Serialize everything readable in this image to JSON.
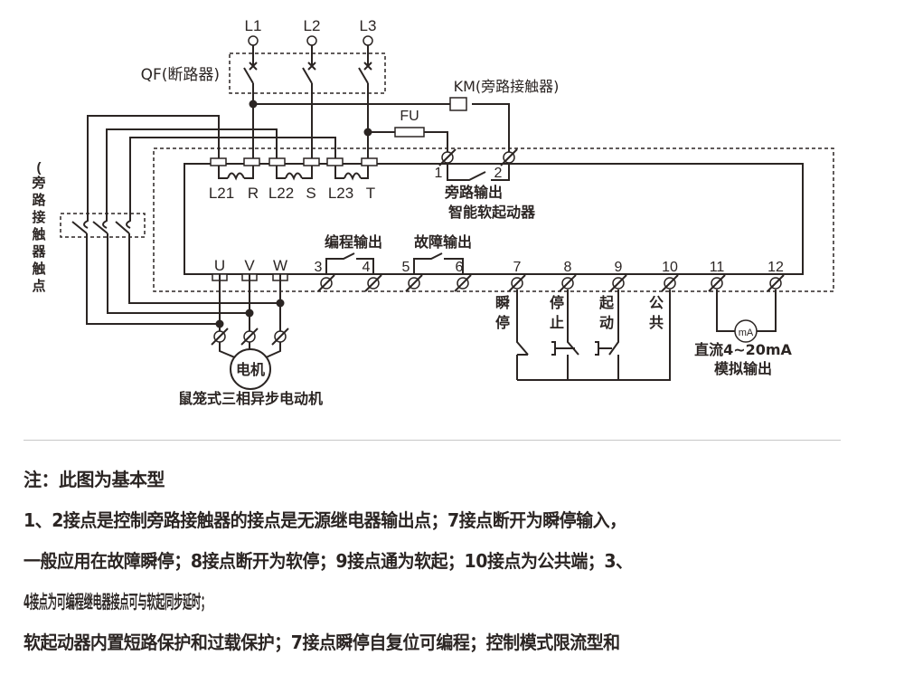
{
  "diagram": {
    "supply": {
      "phases": [
        "L1",
        "L2",
        "L3"
      ]
    },
    "breaker_label": "QF(断路器)",
    "bypass_contactor_label": "KM(旁路接触器)",
    "fuse_label": "FU",
    "bypass_contacts_label": "（旁路接触器触点）",
    "bypass_contacts_label_chars": [
      "(",
      "旁",
      "路",
      "接",
      "触",
      "器",
      "触",
      "点",
      ")"
    ],
    "starter": {
      "name": "智能软起动器",
      "top_terminals": [
        "L21",
        "R",
        "L22",
        "S",
        "L23",
        "T"
      ],
      "bypass_output_label": "旁路输出",
      "bypass_terminals": [
        "1",
        "2"
      ],
      "output_terminals": [
        "U",
        "V",
        "W"
      ],
      "programmable_output_label": "编程输出",
      "fault_output_label": "故障输出",
      "control_terminals": [
        "3",
        "4",
        "5",
        "6",
        "7",
        "8",
        "9",
        "10",
        "11",
        "12"
      ]
    },
    "control_inputs": [
      {
        "terminal": "7",
        "label_chars": [
          "瞬",
          "停"
        ]
      },
      {
        "terminal": "8",
        "label_chars": [
          "停",
          "止"
        ]
      },
      {
        "terminal": "9",
        "label_chars": [
          "起",
          "动"
        ]
      },
      {
        "terminal": "10",
        "label_chars": [
          "公",
          "共"
        ]
      }
    ],
    "analog_output": {
      "meter": "mA",
      "label_line1": "直流4~20mA",
      "label_line2": "模拟输出"
    },
    "motor": {
      "label": "电机",
      "caption": "鼠笼式三相异步电动机"
    }
  },
  "notes": [
    "注：此图为基本型",
    "1、2接点是控制旁路接触器的接点是无源继电器输出点；7接点断开为瞬停输入，",
    "一般应用在故障瞬停；8接点断开为软停；9接点通为软起；10接点为公共端；3、",
    "4接点为可编程继电器接点可与软起同步延时；",
    "软起动器内置短路保护和过载保护；7接点瞬停自复位可编程；控制模式限流型和"
  ]
}
